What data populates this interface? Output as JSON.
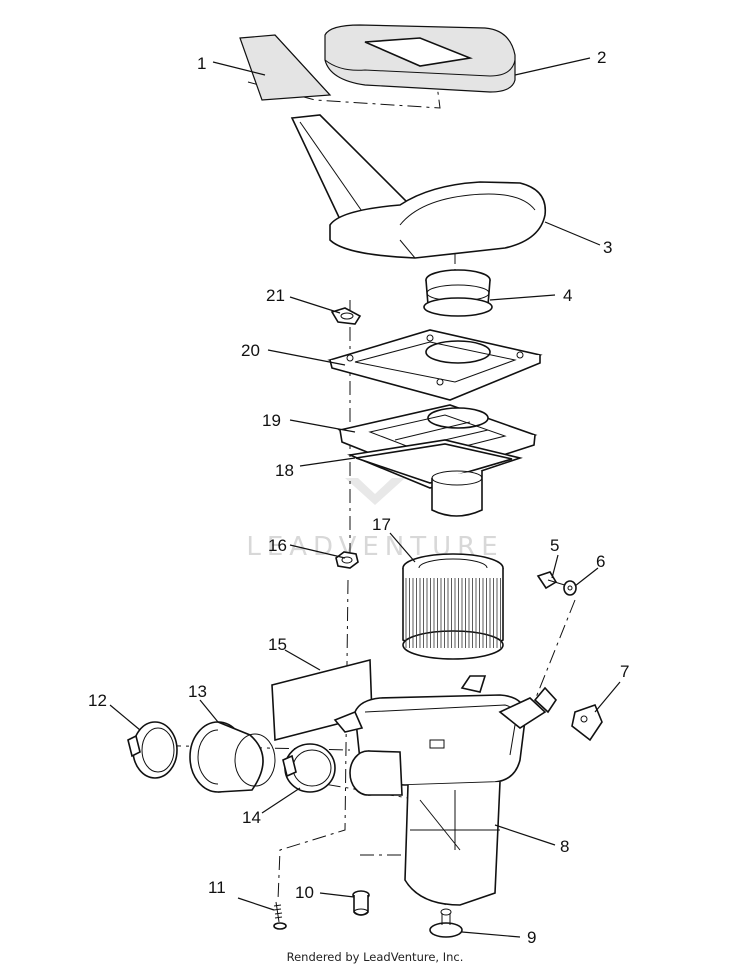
{
  "watermark": "LEADVENTURE",
  "footer": "Rendered by LeadVenture, Inc.",
  "callouts": [
    {
      "id": "1",
      "text": "1"
    },
    {
      "id": "2",
      "text": "2"
    },
    {
      "id": "3",
      "text": "3"
    },
    {
      "id": "4",
      "text": "4"
    },
    {
      "id": "5",
      "text": "5"
    },
    {
      "id": "6",
      "text": "6"
    },
    {
      "id": "7",
      "text": "7"
    },
    {
      "id": "8",
      "text": "8"
    },
    {
      "id": "9",
      "text": "9"
    },
    {
      "id": "10",
      "text": "10"
    },
    {
      "id": "11",
      "text": "11"
    },
    {
      "id": "12",
      "text": "12"
    },
    {
      "id": "13",
      "text": "13"
    },
    {
      "id": "14",
      "text": "14"
    },
    {
      "id": "15",
      "text": "15"
    },
    {
      "id": "16",
      "text": "16"
    },
    {
      "id": "17",
      "text": "17"
    },
    {
      "id": "18",
      "text": "18"
    },
    {
      "id": "19",
      "text": "19"
    },
    {
      "id": "20",
      "text": "20"
    },
    {
      "id": "21",
      "text": "21"
    }
  ]
}
